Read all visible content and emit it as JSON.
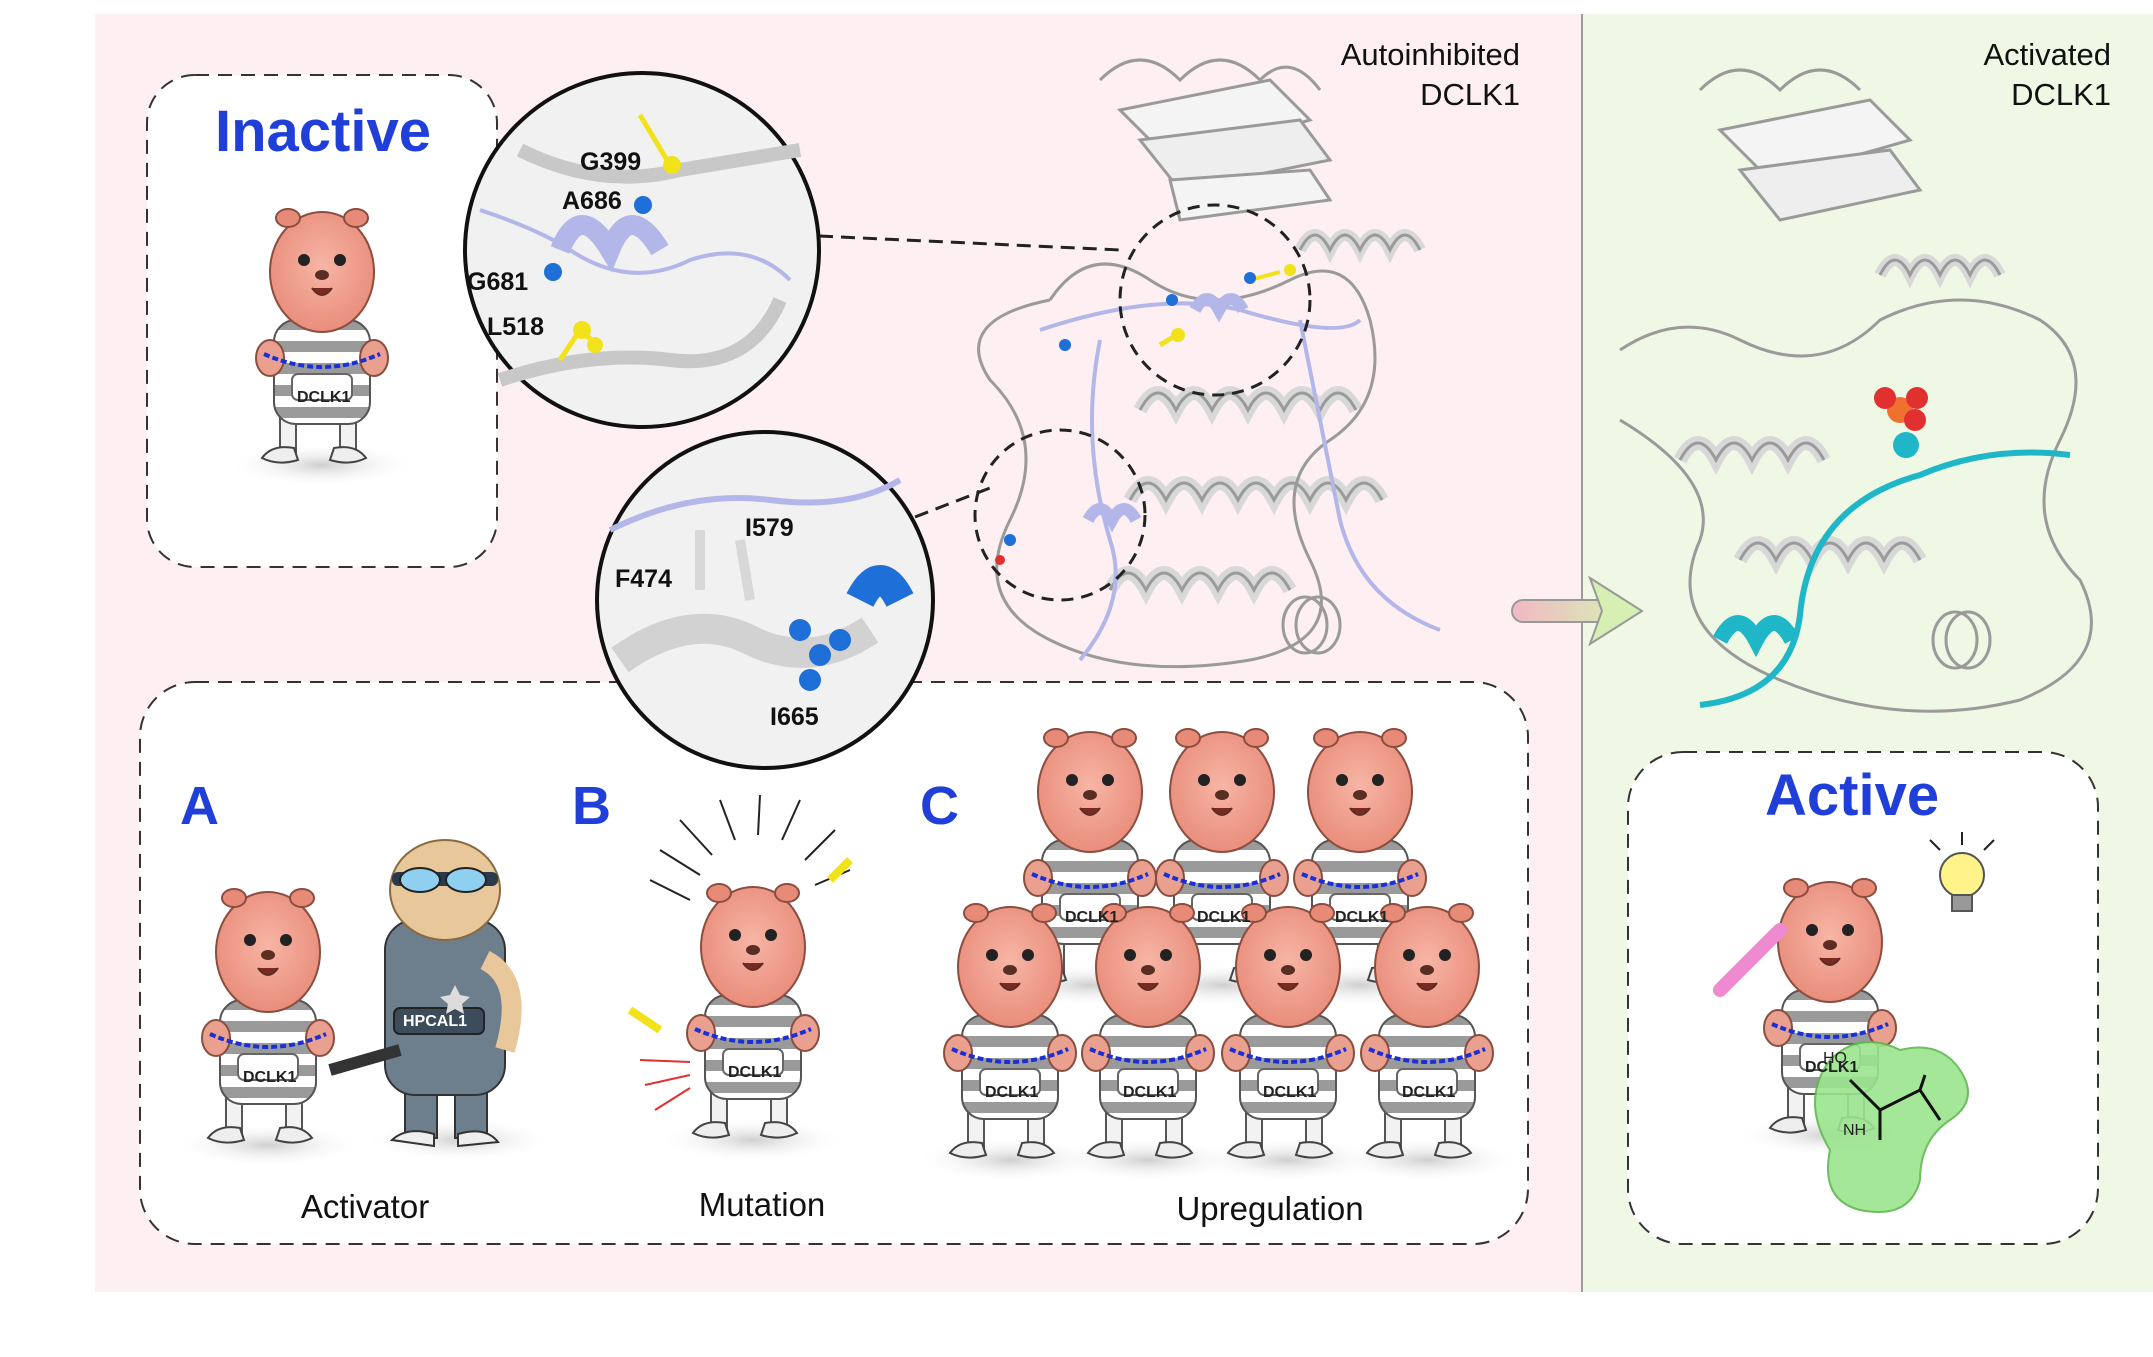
{
  "panels": {
    "autoinhibited_title": "Autoinhibited\nDCLK1",
    "activated_title": "Activated\nDCLK1"
  },
  "states": {
    "inactive": "Inactive",
    "active": "Active"
  },
  "residues": {
    "g399": "G399",
    "a686": "A686",
    "g681": "G681",
    "l518": "L518",
    "i579": "I579",
    "f474": "F474",
    "i665": "I665"
  },
  "mechanisms": {
    "a_letter": "A",
    "b_letter": "B",
    "c_letter": "C",
    "a_caption": "Activator",
    "b_caption": "Mutation",
    "c_caption": "Upregulation"
  },
  "tags": {
    "dclk1": "DCLK1",
    "hpcal1": "HPCAL1",
    "ho": "HO",
    "nh": "NH"
  },
  "colors": {
    "left_bg": "#fdeff2",
    "right_bg": "#eef8e4",
    "letter_blue": "#1f3fd8",
    "inhibitory_helix": "#b3b6e8",
    "active_segment": "#1fb7c7",
    "residue_yellow": "#f2e21a",
    "residue_blue": "#1f6fd8"
  }
}
